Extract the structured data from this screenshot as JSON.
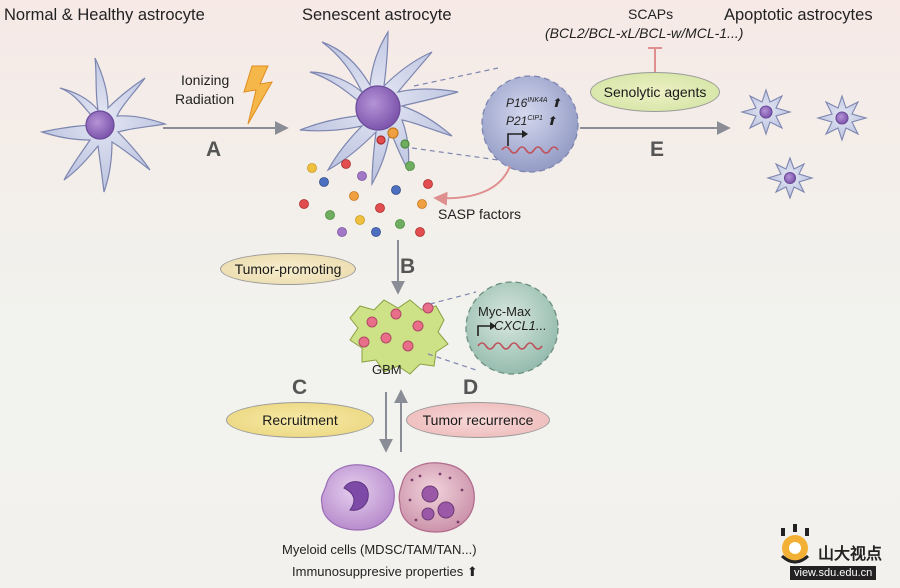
{
  "headings": {
    "normal": "Normal & Healthy astrocyte",
    "senescent": "Senescent astrocyte",
    "apoptotic": "Apoptotic astrocytes"
  },
  "radiation": {
    "line1": "Ionizing",
    "line2": "Radiation"
  },
  "scaps": {
    "title": "SCAPs",
    "genes": "(BCL2/BCL-xL/BCL-w/MCL-1...)"
  },
  "senolytic": "Senolytic agents",
  "markers": {
    "p16": "P16",
    "p16_sup": "INK4A",
    "p21": "P21",
    "p21_sup": "CIP1"
  },
  "sasp": "SASP factors",
  "letters": {
    "a": "A",
    "b": "B",
    "c": "C",
    "d": "D",
    "e": "E"
  },
  "labels": {
    "tumor_promoting": "Tumor-promoting",
    "gbm": "GBM",
    "recruitment": "Recruitment",
    "tumor_recurrence": "Tumor recurrence"
  },
  "myc": {
    "title": "Myc-Max",
    "gene": "CXCL1..."
  },
  "myeloid": {
    "line1": "Myeloid cells (MDSC/TAM/TAN...)",
    "line2": "Immunosuppresive properties"
  },
  "logo": {
    "text": "山大视点",
    "url": "view.sdu.edu.cn"
  },
  "colors": {
    "cell_body": "#c9cfe6",
    "cell_outline": "#7d86b0",
    "nucleus": "#8a64b8",
    "arrow": "#8a8d95",
    "inhibit": "#e08f8f",
    "pill_yellow": "#f2eba8",
    "pill_pink": "#f1bcc0",
    "pill_green": "#cfe3a0",
    "gbm_green": "#c8e07a",
    "myeloid": "#c9a0d8"
  }
}
